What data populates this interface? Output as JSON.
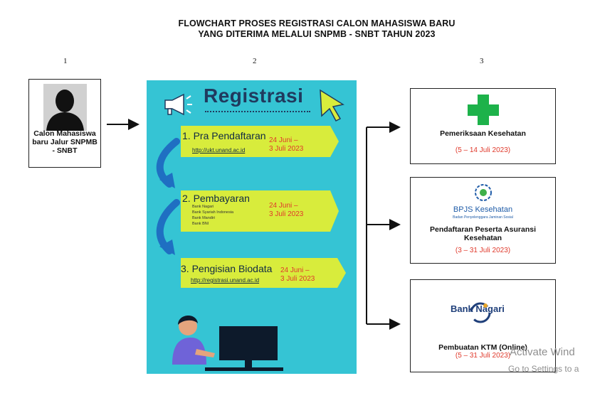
{
  "title": {
    "line1": "FLOWCHART PROSES REGISTRASI CALON MAHASISWA BARU",
    "line2": "YANG DITERIMA MELALUI SNPMB - SNBT TAHUN 2023"
  },
  "columns": [
    "1",
    "2",
    "3"
  ],
  "start": {
    "label": "Calon Mahasiswa baru Jalur SNPMB - SNBT"
  },
  "poster": {
    "title": "Registrasi",
    "steps": [
      {
        "label": "1. Pra Pendaftaran",
        "link": "http://ukt.unand.ac.id",
        "date_line1": "24 Juni –",
        "date_line2": "3 Juli 2023"
      },
      {
        "label": "2. Pembayaran",
        "banks": [
          "Bank Nagari",
          "Bank Syariah Indonesia",
          "Bank Mandiri",
          "Bank BNI"
        ],
        "date_line1": "24 Juni –",
        "date_line2": "3 Juli 2023"
      },
      {
        "label": "3. Pengisian Biodata",
        "link": "http://registrasi.unand.ac.id",
        "date_line1": "24 Juni –",
        "date_line2": "3 Juli 2023"
      }
    ]
  },
  "outcomes": [
    {
      "label": "Pemeriksaan Kesehatan",
      "date": "(5 – 14 Juli 2023)"
    },
    {
      "logo_name": "BPJS Kesehatan",
      "logo_sub": "Badan Penyelenggara Jaminan Sosial",
      "label_line1": "Pendaftaran Peserta Asuransi",
      "label_line2": "Kesehatan",
      "date": "(3 – 31 Juli 2023)"
    },
    {
      "logo_name": "Bank Nagari",
      "label": "Pembuatan KTM (Online)",
      "date": "(5 – 31 Juli 2023)"
    }
  ],
  "watermark": {
    "line1": "Activate Wind",
    "line2": "Go to Settings to a"
  },
  "colors": {
    "poster_bg": "#35c4d4",
    "step_band": "#d8ec3c",
    "arrow_blue": "#1f6fc2",
    "title_navy": "#203a5e",
    "date_red": "#e0392b",
    "cross_green": "#1db24a"
  }
}
